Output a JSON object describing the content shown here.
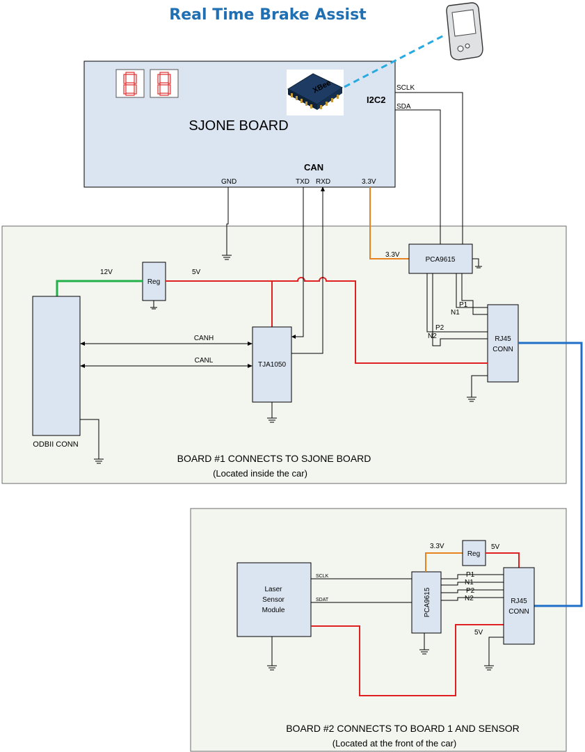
{
  "title": "Real Time Brake Assist",
  "sjone": {
    "name": "SJONE BOARD",
    "i2c_label": "I2C2",
    "can_label": "CAN",
    "xbee_text": "XBee",
    "pins": {
      "gnd": "GND",
      "txd": "TXD",
      "rxd": "RXD",
      "v33": "3.3V"
    },
    "sclk": "SCLK",
    "sda": "SDA"
  },
  "board1": {
    "caption": "BOARD #1 CONNECTS TO SJONE BOARD",
    "subcaption": "(Located inside the car)",
    "reg": "Reg",
    "v12": "12V",
    "v5": "5V",
    "v33": "3.3V",
    "pca": "PCA9615",
    "transceiver": "TJA1050",
    "canh": "CANH",
    "canl": "CANL",
    "odb": "ODBII CONN",
    "rj45_line1": "RJ45",
    "rj45_line2": "CONN",
    "p1": "P1",
    "n1": "N1",
    "p2": "P2",
    "n2": "N2"
  },
  "board2": {
    "caption": "BOARD #2 CONNECTS TO BOARD 1 AND SENSOR",
    "subcaption": "(Located at the front of the car)",
    "v33": "3.3V",
    "reg": "Reg",
    "v5_top": "5V",
    "v5_side": "5V",
    "pca": "PCA9615",
    "laser_line1": "Laser",
    "laser_line2": "Sensor",
    "laser_line3": "Module",
    "sclk": "SCLK",
    "sdat": "SDAT",
    "p1": "P1",
    "n1": "N1",
    "p2": "P2",
    "n2": "N2",
    "rj45_line1": "RJ45",
    "rj45_line2": "CONN"
  },
  "icons": [
    "seven-segment-display-icon",
    "xbee-module-icon",
    "smartphone-icon",
    "ground-symbol-icon"
  ]
}
